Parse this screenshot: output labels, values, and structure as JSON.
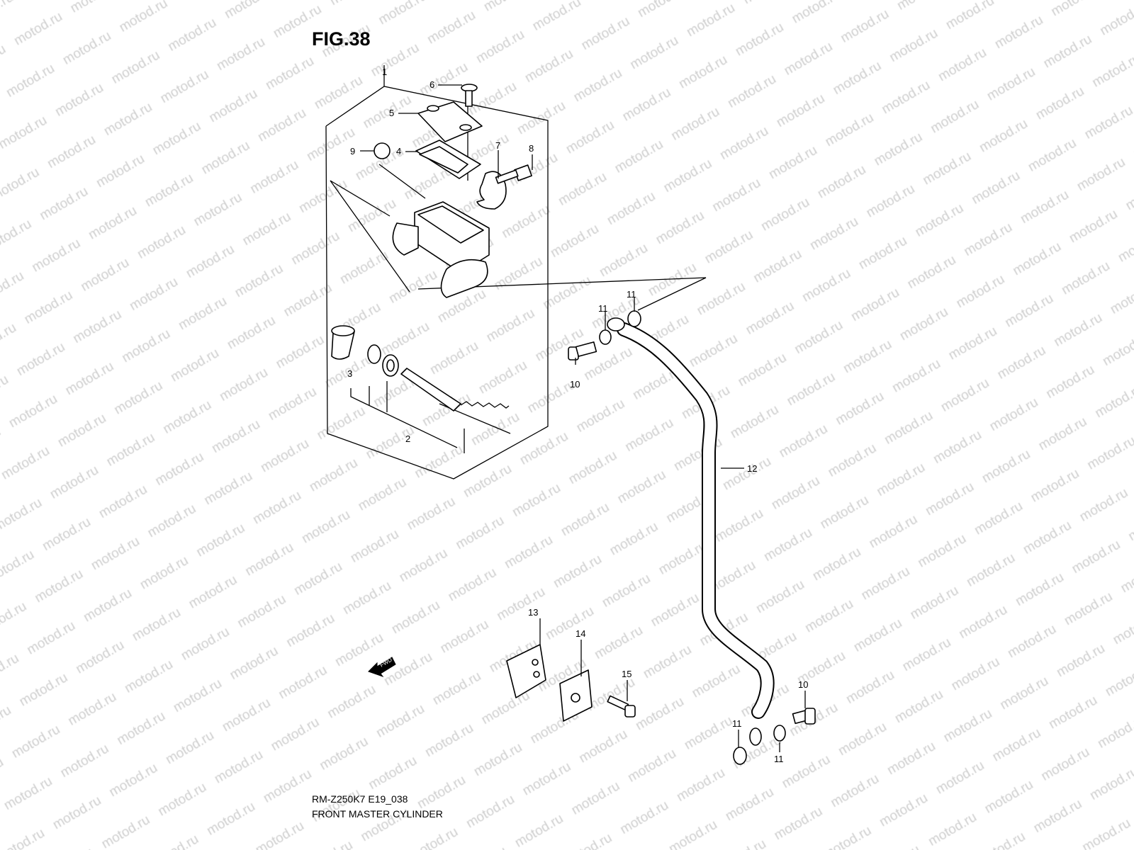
{
  "figure": {
    "title": "FIG.38",
    "model_code": "RM-Z250K7 E19_038",
    "caption": "FRONT MASTER CYLINDER"
  },
  "callouts": [
    "1",
    "2",
    "3",
    "4",
    "5",
    "6",
    "7",
    "8",
    "9",
    "10",
    "11",
    "12",
    "13",
    "14",
    "15"
  ],
  "fwd_label": "FWD",
  "watermark": "motod.ru",
  "colors": {
    "line": "#000000",
    "watermark": "#cfcfcf",
    "background": "#ffffff"
  }
}
